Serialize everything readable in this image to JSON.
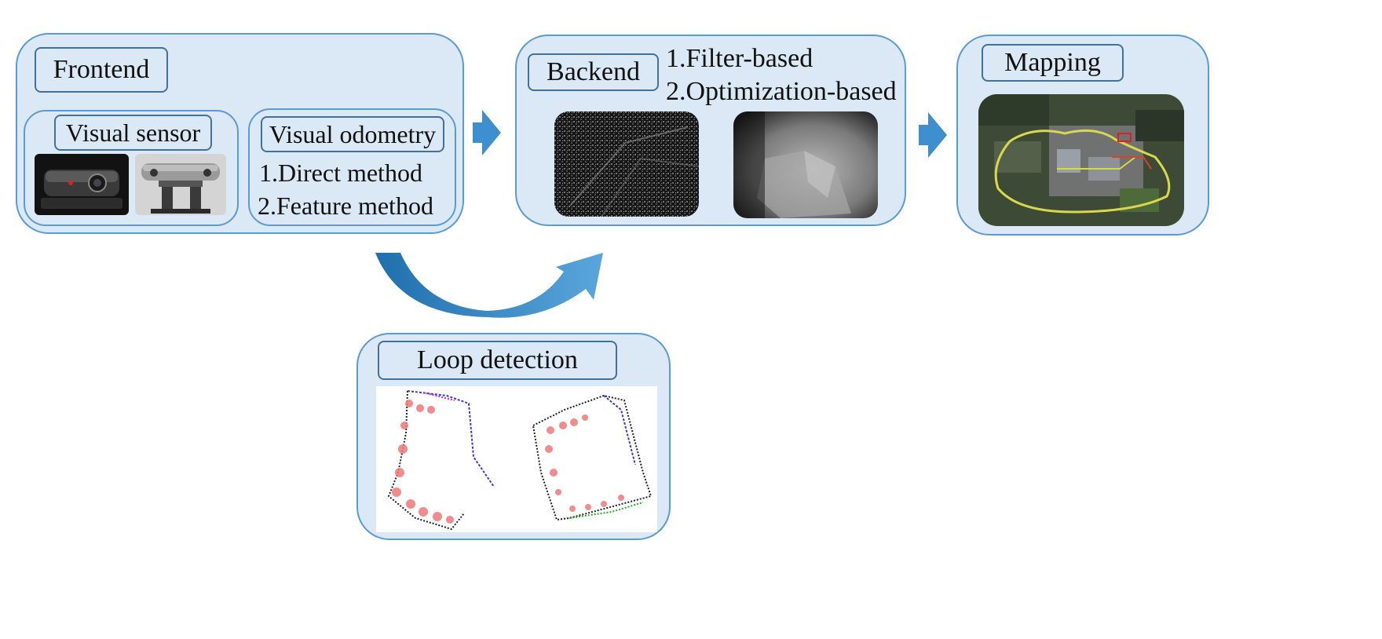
{
  "frontend": {
    "title": "Frontend",
    "sensor": {
      "title": "Visual  sensor",
      "images": [
        "webcam-photo",
        "stereo-camera-photo"
      ]
    },
    "odometry": {
      "title": "Visual odometry",
      "items": [
        "1.Direct method",
        "2.Feature method"
      ]
    }
  },
  "backend": {
    "title": "Backend",
    "items": [
      "1.Filter-based",
      "2.Optimization-based"
    ],
    "images": [
      "grayscale-scene-image",
      "depth-map-image"
    ]
  },
  "mapping": {
    "title": "Mapping",
    "image": "satellite-trajectory-map"
  },
  "loop": {
    "title": "Loop detection",
    "image": "loop-trajectory-plots"
  },
  "colors": {
    "panel_fill": "#dbe8f6",
    "panel_border": "#5b9bd5",
    "label_border": "#41719c",
    "arrow": "#3e8fd0"
  }
}
